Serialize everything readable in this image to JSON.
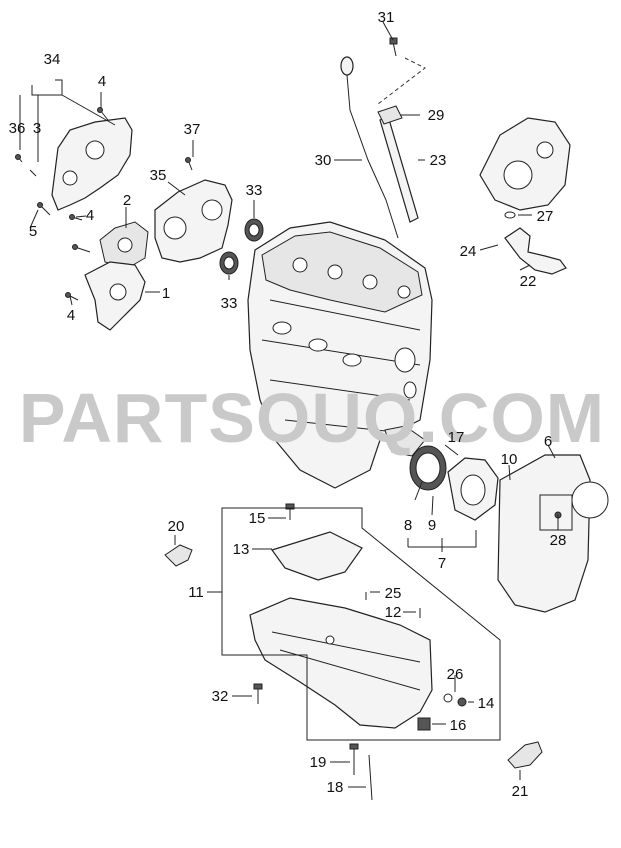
{
  "watermark": "PARTSOUQ.COM",
  "callouts": [
    {
      "id": "c31",
      "text": "31"
    },
    {
      "id": "c34",
      "text": "34"
    },
    {
      "id": "c4a",
      "text": "4"
    },
    {
      "id": "c36",
      "text": "36"
    },
    {
      "id": "c3",
      "text": "3"
    },
    {
      "id": "c29",
      "text": "29"
    },
    {
      "id": "c37",
      "text": "37"
    },
    {
      "id": "c30",
      "text": "30"
    },
    {
      "id": "c23",
      "text": "23"
    },
    {
      "id": "c35",
      "text": "35"
    },
    {
      "id": "c33a",
      "text": "33"
    },
    {
      "id": "c2",
      "text": "2"
    },
    {
      "id": "c4b",
      "text": "4"
    },
    {
      "id": "c5",
      "text": "5"
    },
    {
      "id": "c27",
      "text": "27"
    },
    {
      "id": "c24",
      "text": "24"
    },
    {
      "id": "c22",
      "text": "22"
    },
    {
      "id": "c1",
      "text": "1"
    },
    {
      "id": "c4c",
      "text": "4"
    },
    {
      "id": "c33b",
      "text": "33"
    },
    {
      "id": "c17",
      "text": "17"
    },
    {
      "id": "c6",
      "text": "6"
    },
    {
      "id": "c10",
      "text": "10"
    },
    {
      "id": "c20",
      "text": "20"
    },
    {
      "id": "c15",
      "text": "15"
    },
    {
      "id": "c8",
      "text": "8"
    },
    {
      "id": "c9",
      "text": "9"
    },
    {
      "id": "c28",
      "text": "28"
    },
    {
      "id": "c13",
      "text": "13"
    },
    {
      "id": "c7",
      "text": "7"
    },
    {
      "id": "c11",
      "text": "11"
    },
    {
      "id": "c25",
      "text": "25"
    },
    {
      "id": "c12",
      "text": "12"
    },
    {
      "id": "c26",
      "text": "26"
    },
    {
      "id": "c32",
      "text": "32"
    },
    {
      "id": "c14",
      "text": "14"
    },
    {
      "id": "c16",
      "text": "16"
    },
    {
      "id": "c19",
      "text": "19"
    },
    {
      "id": "c18",
      "text": "18"
    },
    {
      "id": "c21",
      "text": "21"
    }
  ]
}
